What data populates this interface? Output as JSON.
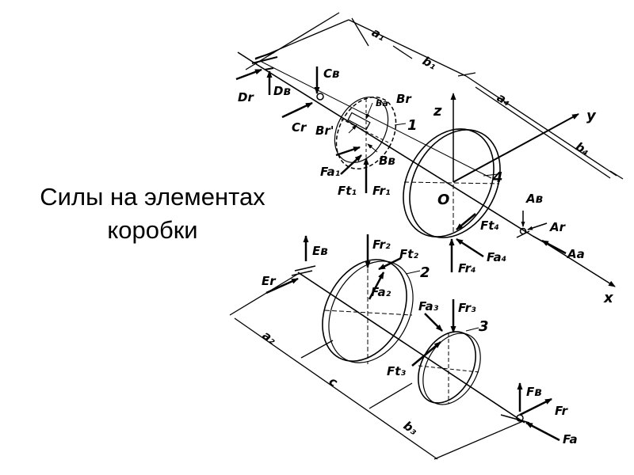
{
  "title": {
    "line1": "Силы на элементах",
    "line2": "коробки"
  },
  "diagram": {
    "axes": {
      "x": "x",
      "y": "y",
      "z": "z",
      "origin": "O"
    },
    "dims": {
      "a1": "a₁",
      "b1": "b₁",
      "a4": "a₄",
      "b4": "b₄",
      "a2": "a₂",
      "c": "c",
      "b3": "b₃"
    },
    "gear_numbers": {
      "g1": "1",
      "g2": "2",
      "g3": "3",
      "g4": "4"
    },
    "shaft1_labels": {
      "Dr": "Dr",
      "Db": "Dв",
      "Cb": "Cв",
      "Cr": "Cr",
      "Br": "Br",
      "Br2": "Br'",
      "Bb": "Bв",
      "Ba": "Bа",
      "Fa1": "Fa₁",
      "Ft1": "Ft₁",
      "Fr1": "Fr₁"
    },
    "shaft4_labels": {
      "Ab": "Aв",
      "Ar": "Ar",
      "Aa": "Aa",
      "Ft4": "Ft₄",
      "Fa4": "Fa₄",
      "Fr4": "Fr₄"
    },
    "shaft2_labels": {
      "Eb": "Eв",
      "Er": "Er",
      "Fr2": "Fr₂",
      "Ft2": "Ft₂",
      "Fa2": "Fa₂",
      "Fa3": "Fa₃",
      "Fr3": "Fr₃",
      "Ft3": "Ft₃",
      "Fb": "Fв",
      "Fr": "Fr",
      "Fa": "Fa"
    }
  }
}
